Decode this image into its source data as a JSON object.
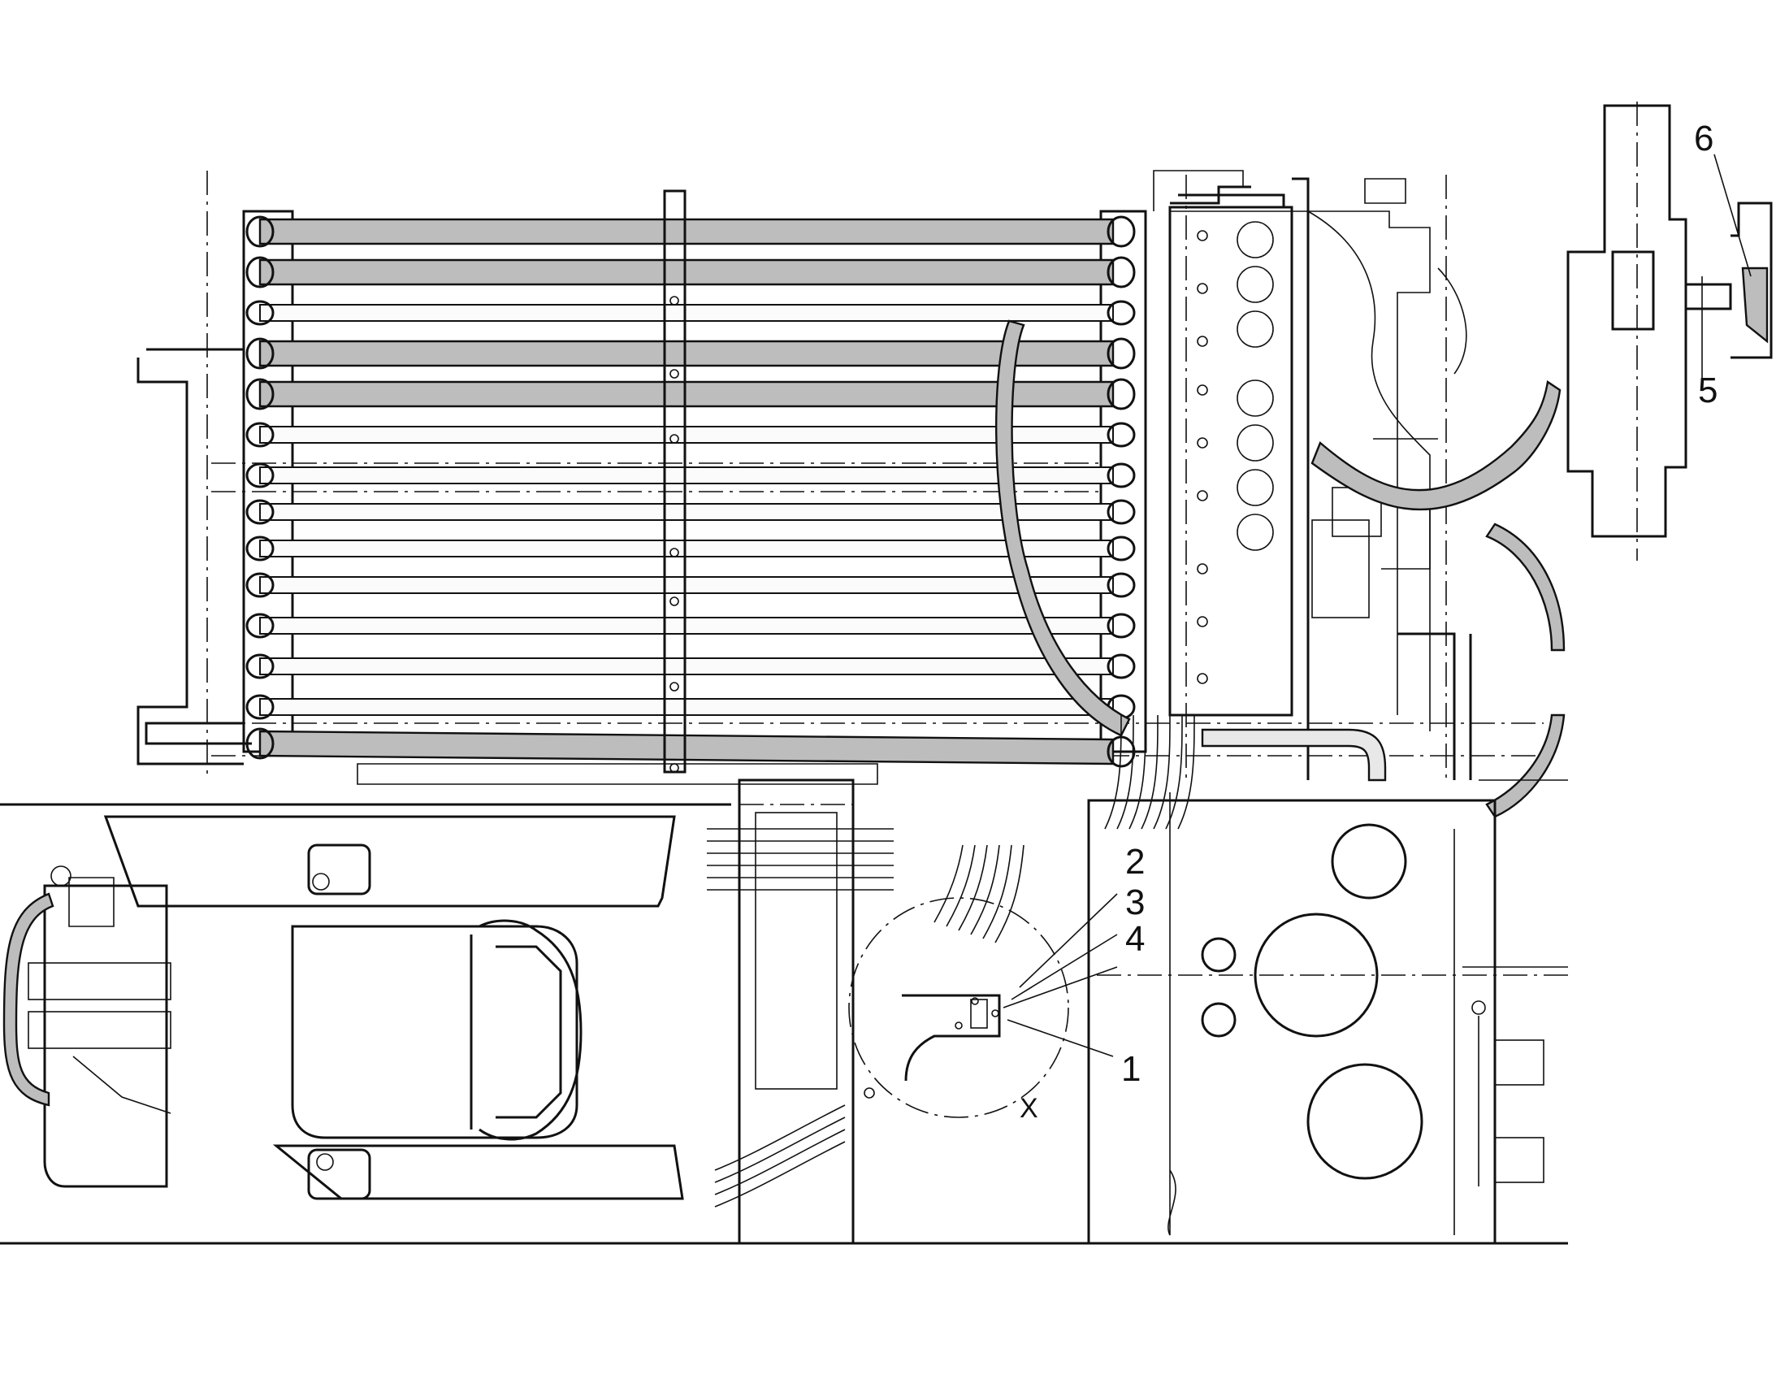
{
  "callouts": [
    {
      "id": "1",
      "label": "1"
    },
    {
      "id": "2",
      "label": "2"
    },
    {
      "id": "3",
      "label": "3"
    },
    {
      "id": "4",
      "label": "4"
    },
    {
      "id": "5",
      "label": "5"
    },
    {
      "id": "6",
      "label": "6"
    }
  ],
  "view_marker": "X"
}
